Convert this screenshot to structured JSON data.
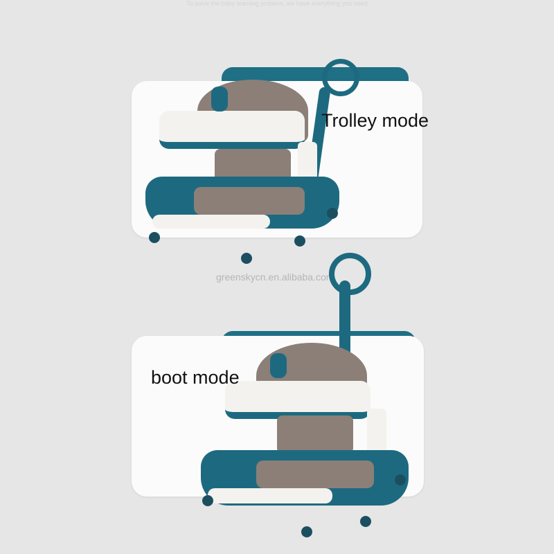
{
  "tagline": "To solve the baby learning problem, we have everything you need",
  "watermark": "greenskycn.en.alibaba.com",
  "modes": [
    {
      "label": "Trolley mode"
    },
    {
      "label": "boot mode"
    }
  ],
  "colors": {
    "accent": "#1d6a80",
    "panel": "#fbfbfb",
    "background": "#e6e6e6"
  }
}
